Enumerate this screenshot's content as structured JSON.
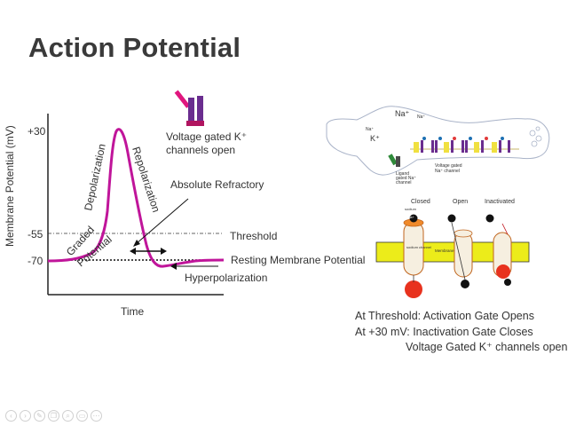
{
  "slide": {
    "title": "Action Potential"
  },
  "graph": {
    "ylabel": "Membrane Potential (mV)",
    "xlabel": "Time",
    "ticks": [
      "+30",
      "-55",
      "-70"
    ],
    "phases": {
      "graded": "Graded",
      "potential": "Potential",
      "depolarization": "Depolarization",
      "repolarization": "Repolarization"
    },
    "labels": {
      "threshold": "Threshold",
      "resting": "Resting Membrane Potential",
      "hyperpolarization": "Hyperpolarization",
      "absolute_refractory": "Absolute Refractory",
      "k_channel_line1": "Voltage gated K⁺",
      "k_channel_line2": "channels open"
    },
    "colors": {
      "curve": "#c0159a",
      "axis": "#222222"
    }
  },
  "neuron": {
    "na": "Na⁺",
    "na_small1": "Na⁺",
    "na_small2": "Na⁺",
    "k": "K⁺",
    "ligand_line1": "Ligand",
    "ligand_line2": "gated Na⁺",
    "ligand_line3": "channel",
    "vg_line1": "Voltage gated",
    "vg_line2": "Na⁺ channel"
  },
  "channels": {
    "closed": "Closed",
    "open": "Open",
    "inactivated": "Inactivated",
    "membrane": "Membrane",
    "sodium1": "sodium",
    "sodium_channel": "sodium channel",
    "na_ball": "Na+"
  },
  "notes": {
    "line1": "At Threshold: Activation Gate Opens",
    "line2": "At +30 mV: Inactivation Gate Closes",
    "line3": "Voltage Gated K⁺ channels open"
  },
  "controls": [
    "prev-icon",
    "next-icon",
    "pen-icon",
    "copy-icon",
    "zoom-icon",
    "screen-icon",
    "more-icon"
  ]
}
